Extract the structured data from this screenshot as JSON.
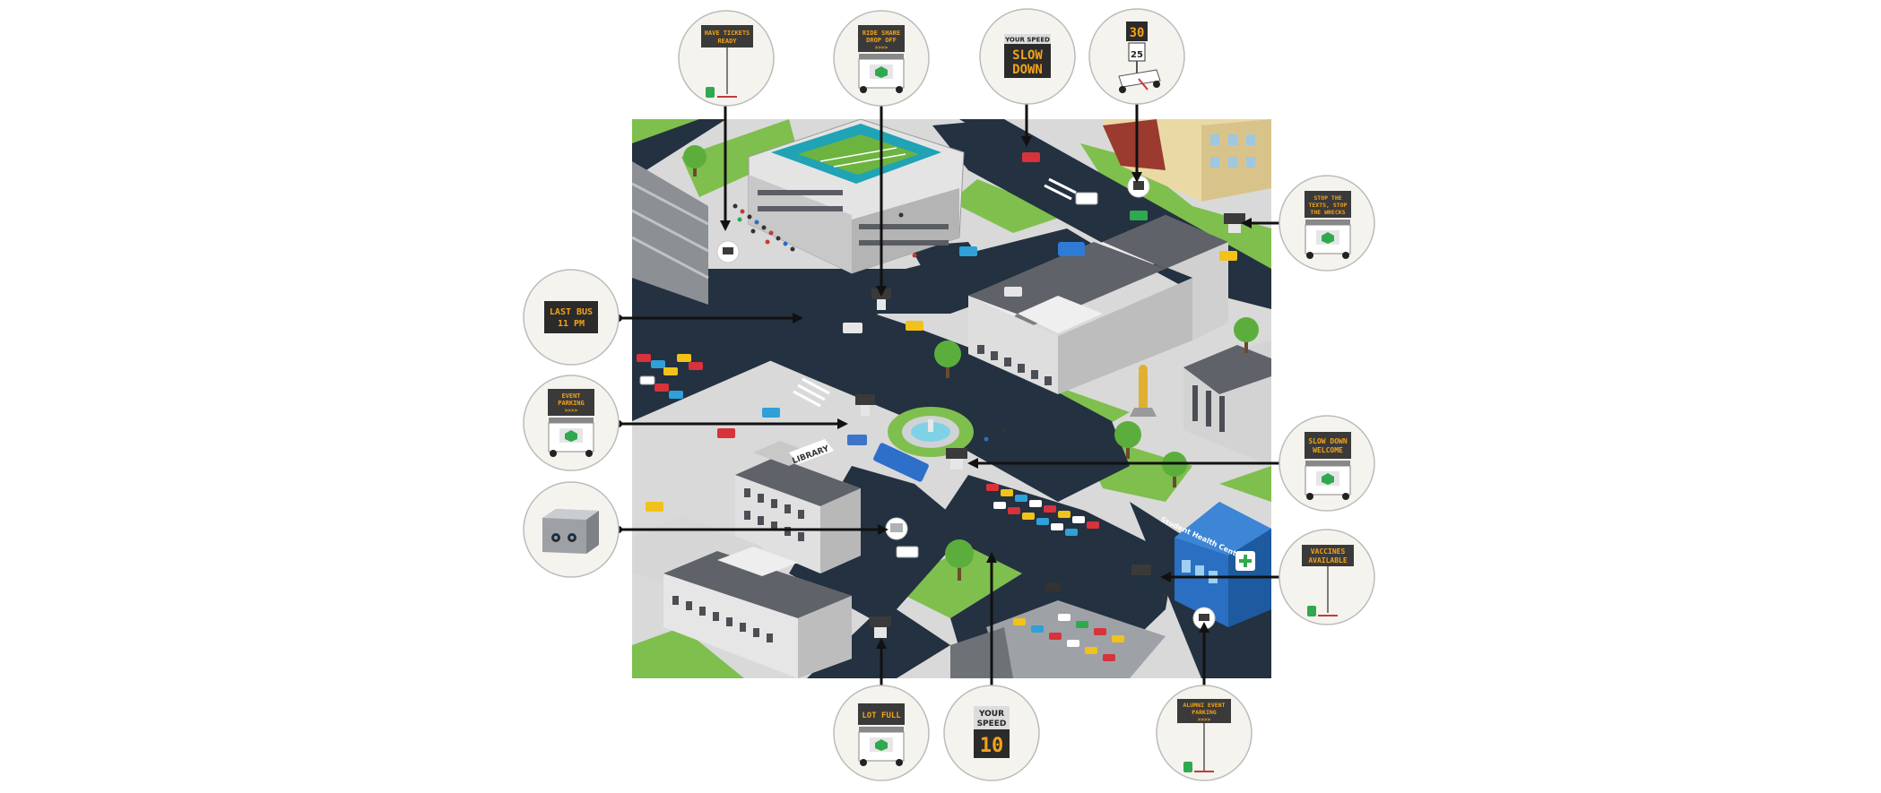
{
  "map": {
    "library_label": "LIBRARY",
    "health_center_label": "Student Health Center"
  },
  "callouts": {
    "tickets": {
      "line1": "HAVE TICKETS",
      "line2": "READY"
    },
    "rideshare": {
      "line1": "RIDE SHARE",
      "line2": "DROP OFF",
      "line3": ">>>>"
    },
    "slowdown_speed": {
      "header": "YOUR SPEED",
      "line1": "SLOW",
      "line2": "DOWN"
    },
    "speed_limit": {
      "value": "30",
      "limit": "25"
    },
    "texts": {
      "line1": "STOP THE",
      "line2": "TEXTS, STOP",
      "line3": "THE WRECKS"
    },
    "lastbus": {
      "line1": "LAST BUS",
      "line2": "11 PM"
    },
    "event": {
      "line1": "EVENT",
      "line2": "PARKING",
      "line3": ">>>>"
    },
    "welcome": {
      "line1": "SLOW DOWN",
      "line2": "WELCOME"
    },
    "vaccines": {
      "line1": "VACCINES",
      "line2": "AVAILABLE"
    },
    "lotfull": {
      "line1": "LOT FULL"
    },
    "speed10": {
      "line1": "YOUR",
      "line2": "SPEED",
      "value": "10"
    },
    "alumni": {
      "line1": "ALUMNI EVENT",
      "line2": "PARKING",
      "line3": ">>>>"
    }
  },
  "colors": {
    "road": "#233140",
    "grass": "#7fbf4d",
    "sidewalk": "#d9d9d9",
    "sign_panel": "#3a3a3a",
    "sign_text": "#f2a21a",
    "callout_bg": "#f5f3ee",
    "stadium_seats": "#1fa3b5",
    "health_center": "#2a6fc1"
  }
}
